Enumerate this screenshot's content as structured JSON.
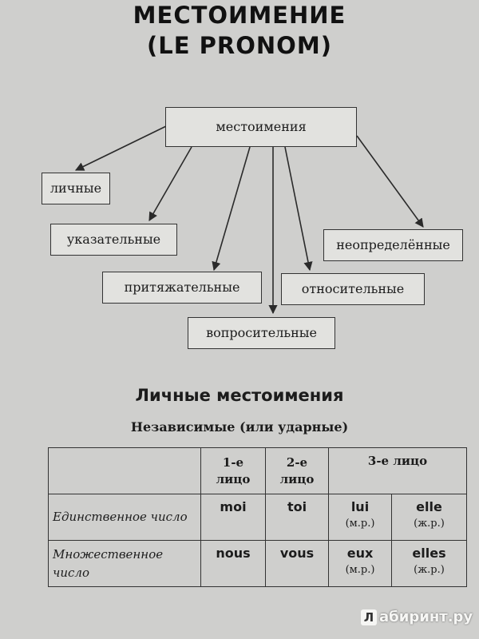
{
  "title": {
    "line1": "МЕСТОИМЕНИЕ",
    "line2": "(LE PRONOM)"
  },
  "diagram": {
    "root": "местоимения",
    "children": [
      "личные",
      "указательные",
      "притяжательные",
      "вопросительные",
      "относительные",
      "неопределённые"
    ]
  },
  "section": {
    "title": "Личные местоимения",
    "subtitle": "Независимые (или ударные)"
  },
  "table": {
    "headers": [
      "1-е лицо",
      "2-е лицо",
      "3-е лицо"
    ],
    "rows": [
      {
        "label": "Единственное число",
        "p1": "moi",
        "p2": "toi",
        "p3m": "lui",
        "p3m_note": "(м.р.)",
        "p3f": "elle",
        "p3f_note": "(ж.р.)"
      },
      {
        "label": "Множественное число",
        "p1": "nous",
        "p2": "vous",
        "p3m": "eux",
        "p3m_note": "(м.р.)",
        "p3f": "elles",
        "p3f_note": "(ж.р.)"
      }
    ]
  },
  "watermark": {
    "mark": "Л",
    "text": "абиринт.ру"
  }
}
